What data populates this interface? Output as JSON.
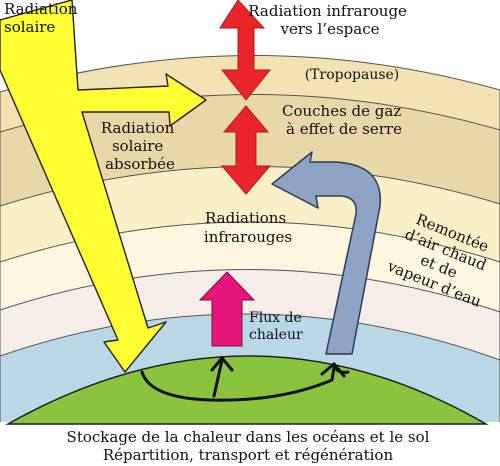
{
  "labels": {
    "solar_radiation": [
      "Radiation",
      "solaire"
    ],
    "infrared_to_space": [
      "Radiation infrarouge",
      "vers l’espace"
    ],
    "tropopause": "(Tropopause)",
    "greenhouse_layers": [
      "Couches de gaz",
      "à effet de serre"
    ],
    "absorbed_solar": [
      "Radiation",
      "solaire",
      "absorbée"
    ],
    "infrared_radiations": [
      "Radiations",
      "infrarouges"
    ],
    "warm_air_rise": [
      "Remontée",
      "d’air chaud",
      "et de",
      "vapeur d’eau"
    ],
    "heat_flux": [
      "Flux de",
      "chaleur"
    ]
  },
  "caption": {
    "line1": "Stockage de la chaleur dans les océans et le sol",
    "line2": "Répartition, transport et régénération"
  },
  "colors": {
    "layer_outer": "#f3e3b3",
    "layer_2": "#e8d8a8",
    "layer_3": "#faf0c8",
    "layer_4": "#fdf7e0",
    "layer_5": "#f5eee8",
    "layer_inner": "#b9d8e6",
    "ground": "#8ac43f",
    "solar_arrow": "#ffff33",
    "infrared_arrow": "#e8262a",
    "heat_arrow": "#e5157a",
    "convection_arrow": "#8ea4c4"
  }
}
